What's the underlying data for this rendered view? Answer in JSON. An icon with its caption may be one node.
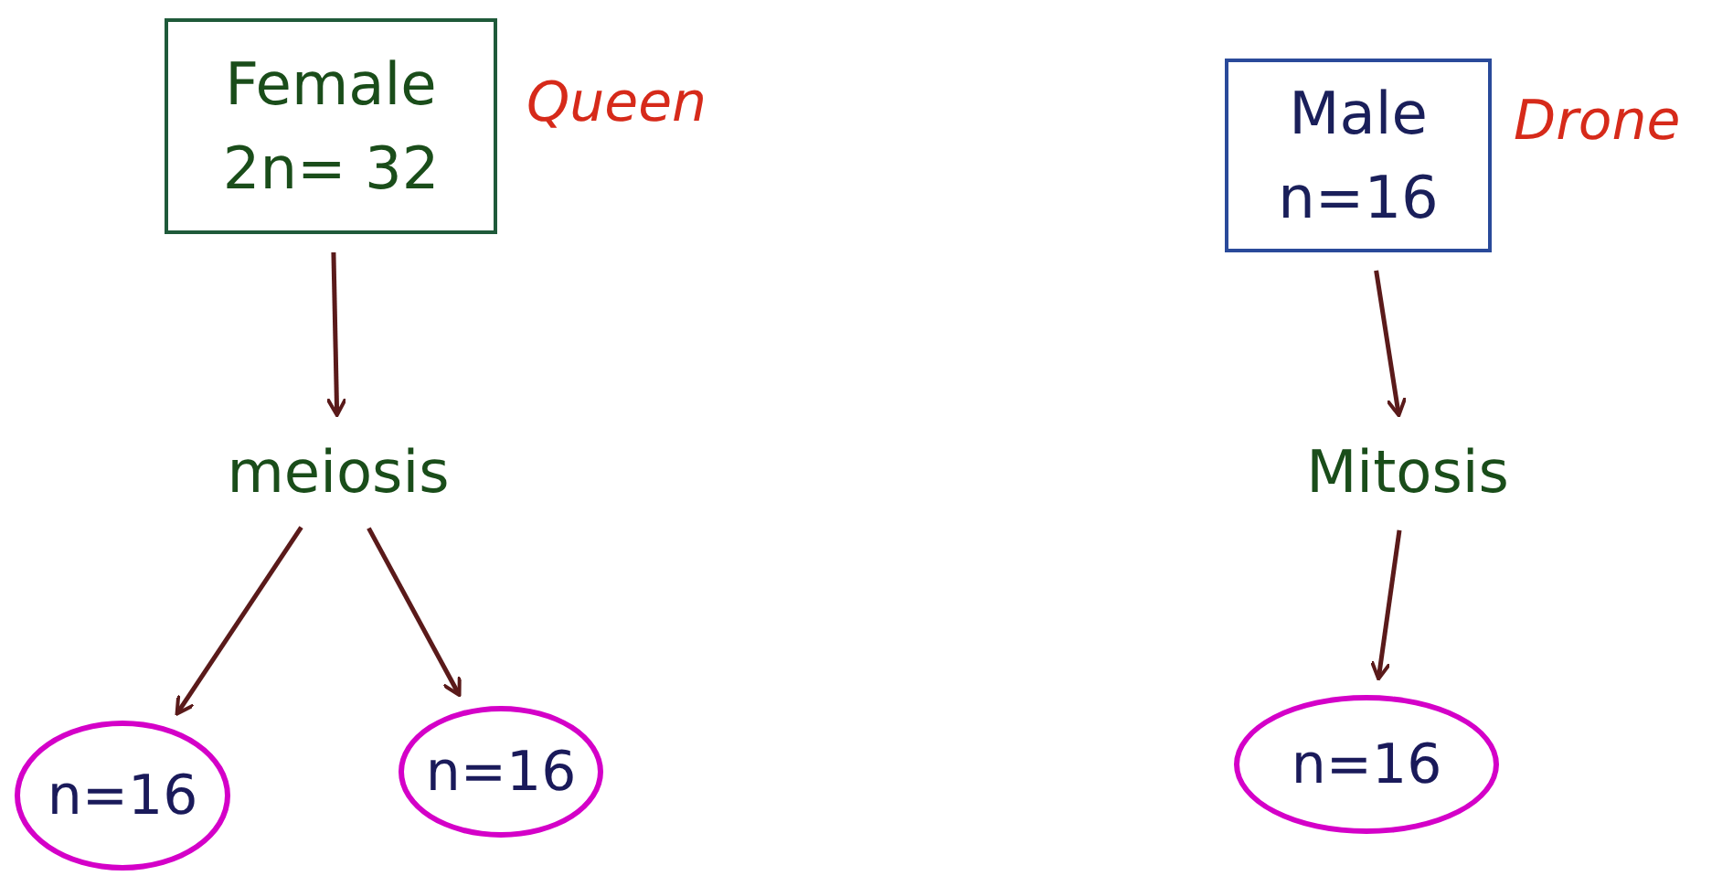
{
  "diagram": {
    "nodes": [
      {
        "text": [
          "Female",
          "2n= 32"
        ],
        "beside": [
          "Queen"
        ]
      },
      {
        "text": [
          "meiosis"
        ]
      },
      {
        "text": [
          "n=16"
        ]
      },
      {
        "text": [
          "n=16"
        ]
      },
      {
        "text": [
          "Male",
          "n=16"
        ],
        "beside": [
          "Drone"
        ]
      },
      {
        "text": [
          "Mitosis"
        ]
      },
      {
        "text": [
          "n=16"
        ]
      }
    ],
    "edges": [
      {
        "from": 0,
        "to": 1,
        "arrow": "to"
      },
      {
        "from": 1,
        "to": 2,
        "arrow": "to"
      },
      {
        "from": 1,
        "to": 3,
        "arrow": "to"
      },
      {
        "from": 4,
        "to": 5,
        "arrow": "to"
      },
      {
        "from": 5,
        "to": 6,
        "arrow": "to"
      }
    ]
  }
}
